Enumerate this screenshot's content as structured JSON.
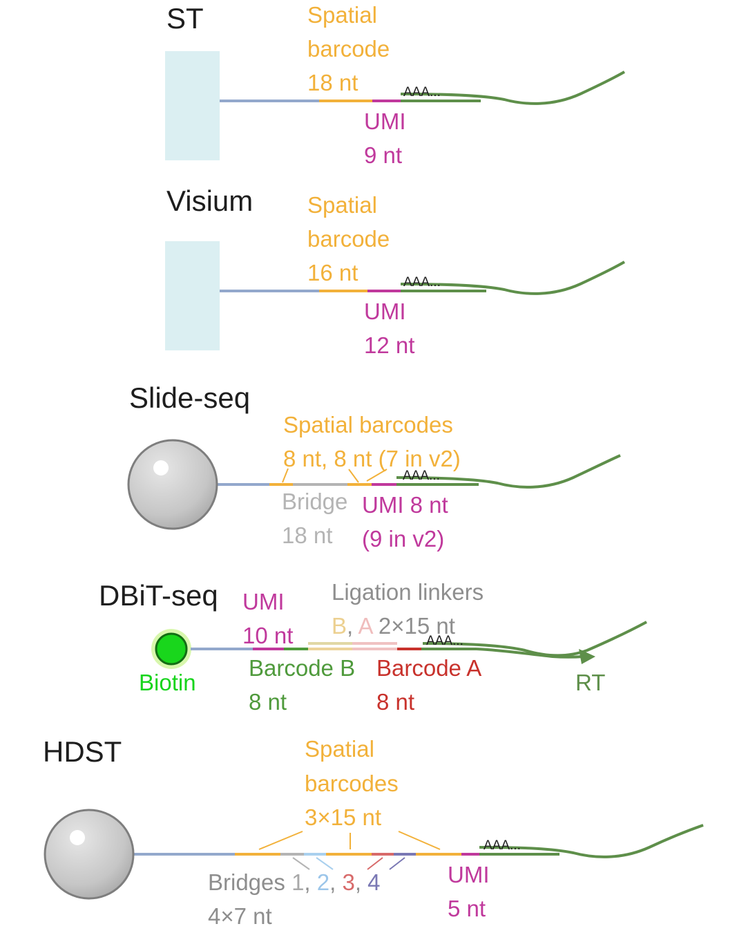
{
  "st": {
    "title": "ST",
    "barcode_line1": "Spatial",
    "barcode_line2": "barcode",
    "barcode_line3": "18 nt",
    "umi_line1": "UMI",
    "umi_line2": "9 nt",
    "polya": "AAA..."
  },
  "visium": {
    "title": "Visium",
    "barcode_line1": "Spatial",
    "barcode_line2": "barcode",
    "barcode_line3": "16 nt",
    "umi_line1": "UMI",
    "umi_line2": "12 nt",
    "polya": "AAA..."
  },
  "slideseq": {
    "title": "Slide-seq",
    "barcodes_line1": "Spatial barcodes",
    "barcodes_line2": "8 nt, 8 nt (7 in v2)",
    "bridge_line1": "Bridge",
    "bridge_line2": "18 nt",
    "umi_line1": "UMI 8 nt",
    "umi_line2": "(9 in v2)",
    "polya": "AAA..."
  },
  "dbitseq": {
    "title": "DBiT-seq",
    "umi_line1": "UMI",
    "umi_line2": "10 nt",
    "linkers_line1": "Ligation linkers",
    "linkers_b": "B",
    "linkers_sep": ",",
    "linkers_a": "A",
    "linkers_size": "2×15 nt",
    "barcode_b_line1": "Barcode B",
    "barcode_b_line2": "8 nt",
    "barcode_a_line1": "Barcode A",
    "barcode_a_line2": "8 nt",
    "biotin": "Biotin",
    "rt": "RT",
    "polya": "AAA..."
  },
  "hdst": {
    "title": "HDST",
    "barcodes_line1": "Spatial",
    "barcodes_line2": "barcodes",
    "barcodes_line3": "3×15 nt",
    "bridges_label": "Bridges",
    "bridge_1": "1",
    "bridge_2": "2",
    "bridge_3": "3",
    "bridge_4": "4",
    "sep": ",",
    "bridges_size": "4×7 nt",
    "umi_line1": "UMI",
    "umi_line2": "5 nt",
    "polya": "AAA..."
  },
  "colors": {
    "linker": "#93a8cc",
    "spatial_barcode": "#f2b13a",
    "umi": "#c0399c",
    "polyT": "#5e8f4a",
    "mrna": "#5e8f4a",
    "substrate": "#dbeff2",
    "bead": "#c6c6c6",
    "bridge": "#b4b4b4",
    "biotin": "#17d41c",
    "barcode_b": "#4f9a3c",
    "barcode_a": "#c8322c"
  }
}
